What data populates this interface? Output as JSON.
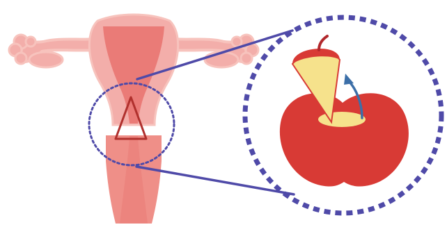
{
  "figure": {
    "title": "",
    "caption": ""
  },
  "colors": {
    "background": "#ffffff",
    "uterus_outline": "#f7c3bd",
    "uterus_fill": "#f3aeaa",
    "cavity": "#ea7b77",
    "cervix": "#ef8f88",
    "cone_outline": "#b0302d",
    "callout": "#4f4aa8",
    "apple": "#d83a35",
    "apple_cut": "#f6e28c",
    "stem": "#b1282c",
    "arrow": "#3c6fa8"
  },
  "icons": {
    "uterus": "uterus-illustration",
    "cone": "cone-biopsy-triangle",
    "zoom": "magnifier-callout",
    "apple": "apple-metaphor-icon",
    "arrow": "curved-arrow-icon"
  }
}
